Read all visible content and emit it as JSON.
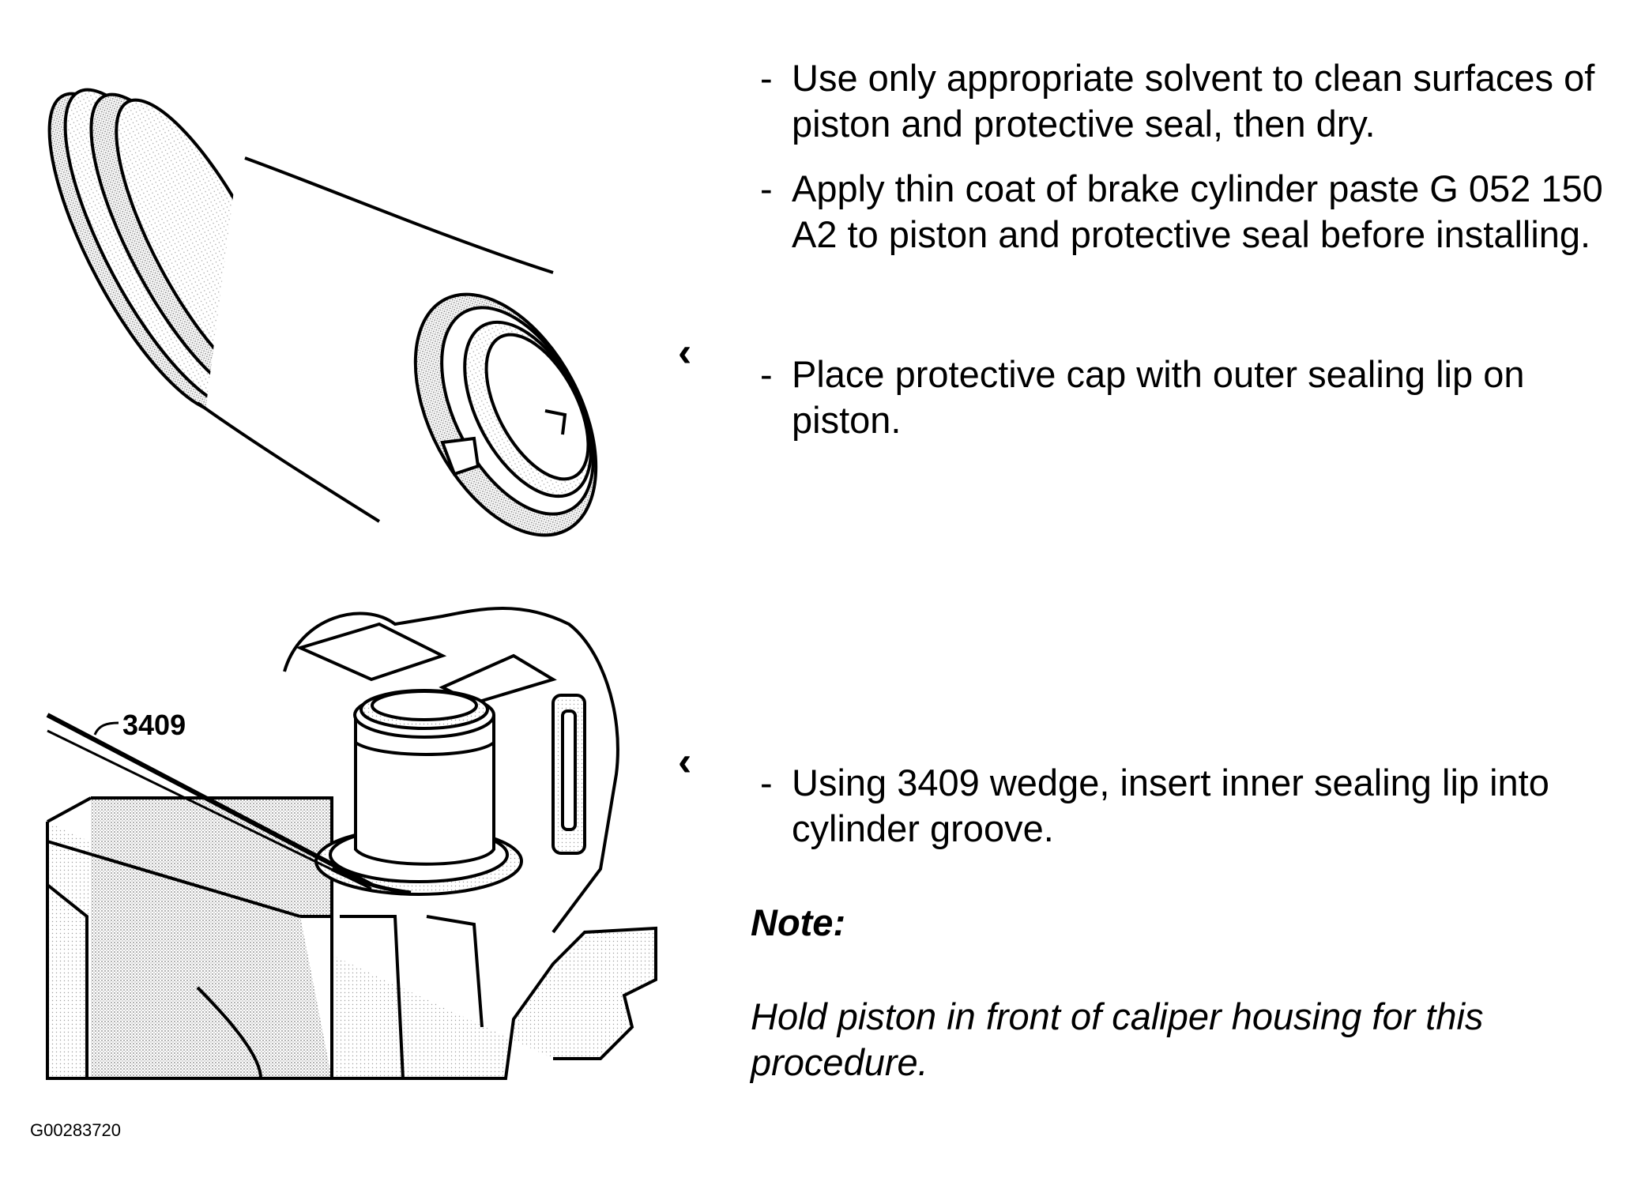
{
  "steps": [
    {
      "dash": "-",
      "text": "Use only appropriate solvent to clean surfaces of piston and protective seal, then dry."
    },
    {
      "dash": "-",
      "text": "Apply thin coat of brake cylinder paste G 052 150 A2 to piston and protective seal before installing."
    },
    {
      "dash": "-",
      "text": "Place protective cap with outer sealing lip on piston."
    },
    {
      "dash": "-",
      "text": "Using 3409 wedge, insert inner sealing lip into cylinder groove."
    }
  ],
  "note": {
    "title": "Note:",
    "body": "Hold piston in front of caliper housing for this procedure."
  },
  "callouts": {
    "tool_label": "3409"
  },
  "pointers": {
    "glyph": "‹"
  },
  "figure_id": "G00283720",
  "icons": [
    "pointer-arrow-icon",
    "pointer-arrow-icon"
  ]
}
